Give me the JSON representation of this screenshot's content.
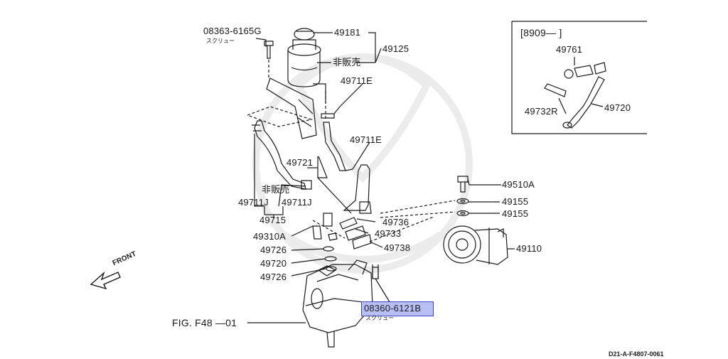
{
  "labels": {
    "screw_top_no": "08363-6165G",
    "screw_top_name": "スクリュー",
    "cap": "49181",
    "tank": "49125",
    "not_for_sale_1": "非販売",
    "hose_e1": "49711E",
    "hose_e2": "49711E",
    "hose_721": "49721",
    "not_for_sale_2": "非販売",
    "clamp_j1": "49711J",
    "clamp_j2": "49711J",
    "hose_715": "49715",
    "bolt_a": "49510A",
    "washer_1": "49155",
    "washer_2": "49155",
    "tube_736": "49736",
    "bolt_310a": "49310A",
    "conn_733": "49733",
    "washer_726a": "49726",
    "conn_738": "49738",
    "pump": "49110",
    "pipe_720": "49720",
    "washer_726b": "49726",
    "screw_bottom_no": "08360-6121B",
    "screw_bottom_name": "スクリュー",
    "fig_ref": "FIG. F48 —01",
    "front": "FRONT",
    "inset_date": "[8909—        ]",
    "inset_761": "49761",
    "inset_732r": "49732R",
    "inset_720": "49720",
    "doc_id": "D21-A-F4807-0061"
  },
  "colors": {
    "line": "#1a1a1a",
    "highlight_fill": "#b7bff4",
    "highlight_border": "#3a48c4",
    "watermark": "#ececec"
  }
}
